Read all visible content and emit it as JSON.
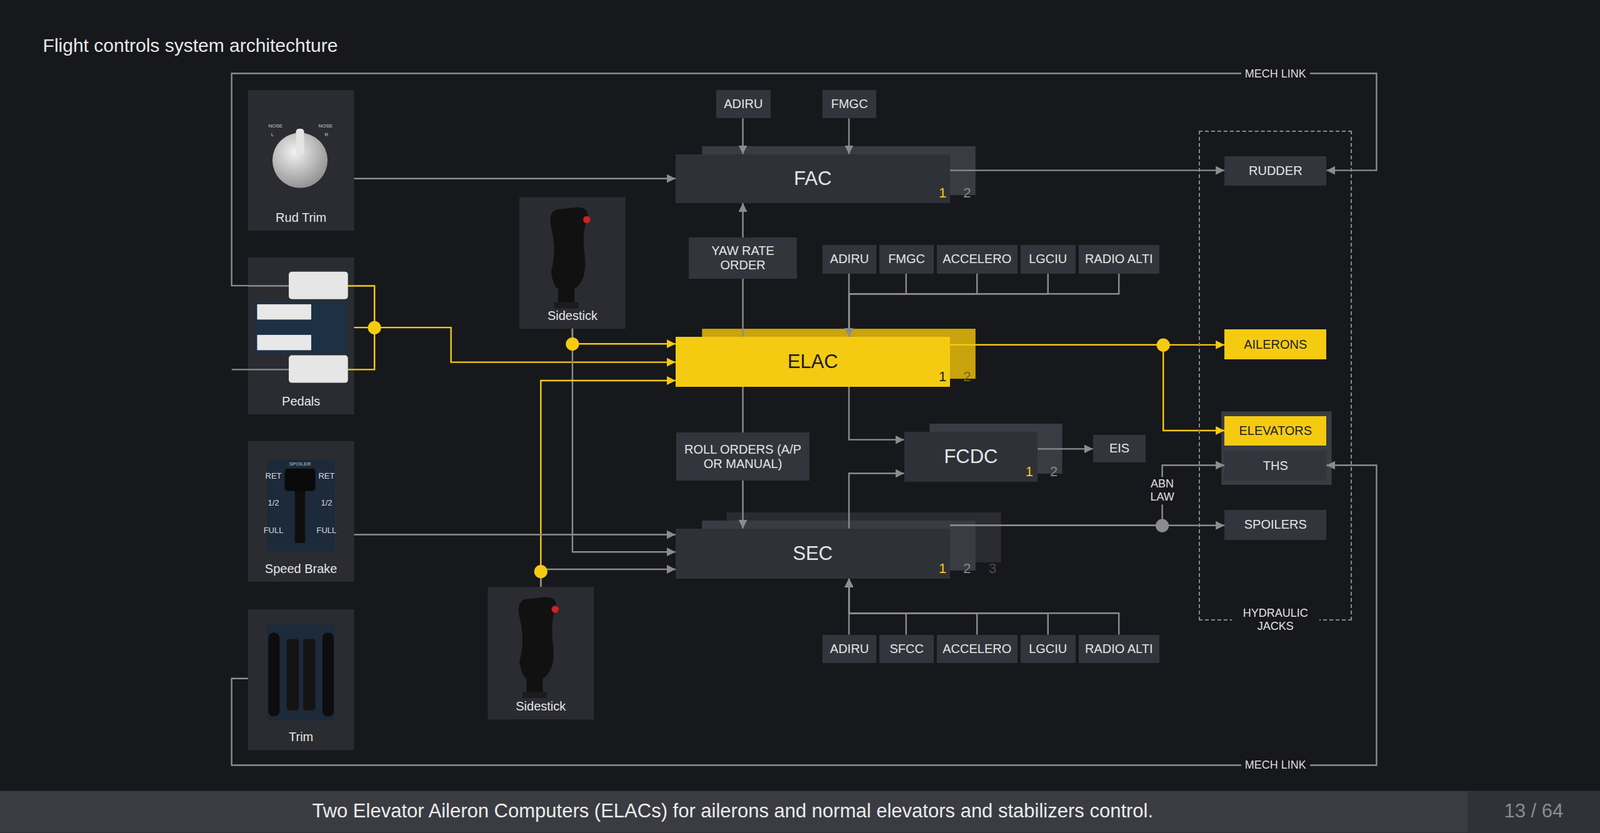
{
  "diagram": {
    "title": "Flight controls system architechture",
    "caption": "Two Elevator Aileron Computers (ELACs) for ailerons and normal elevators and stabilizers control.",
    "nodes": [
      {
        "text": [
          "ADIRU"
        ]
      },
      {
        "text": [
          "FMGC"
        ]
      },
      {
        "text": [
          "Rud Trim"
        ]
      },
      {
        "text": [
          "FAC",
          "1",
          "2"
        ]
      },
      {
        "text": [
          "HYDRAULIC JACKS"
        ]
      },
      {
        "text": [
          "RUDDER"
        ],
        "in": 4
      },
      {
        "text": [
          "Sidestick"
        ]
      },
      {
        "text": [
          "YAW RATE ORDER"
        ]
      },
      {
        "text": [
          "ADIRU"
        ]
      },
      {
        "text": [
          "FMGC"
        ]
      },
      {
        "text": [
          "ACCELERO"
        ]
      },
      {
        "text": [
          "LGCIU"
        ]
      },
      {
        "text": [
          "RADIO ALTI"
        ]
      },
      {
        "text": [
          "Pedals"
        ]
      },
      {
        "text": [
          "ELAC",
          "1",
          "2"
        ]
      },
      {
        "text": [
          "AILERONS"
        ],
        "in": 4
      },
      {
        "text": [
          "ROLL ORDERS (A/P OR MANUAL)"
        ]
      },
      {
        "text": [
          "FCDC",
          "1",
          "2"
        ]
      },
      {
        "text": [
          "EIS"
        ]
      },
      {
        "text": [
          "ELEVATORS"
        ],
        "in": 4
      },
      {
        "text": [
          "THS"
        ],
        "in": 4
      },
      {
        "text": [
          "Speed Brake"
        ]
      },
      {
        "text": [
          "SEC",
          "1",
          "2",
          "3"
        ]
      },
      {
        "text": [
          "SPOILERS"
        ],
        "in": 4
      },
      {
        "text": [
          "Sidestick"
        ]
      },
      {
        "text": [
          "ADIRU"
        ]
      },
      {
        "text": [
          "SFCC"
        ]
      },
      {
        "text": [
          "ACCELERO"
        ]
      },
      {
        "text": [
          "LGCIU"
        ]
      },
      {
        "text": [
          "RADIO ALTI"
        ]
      },
      {
        "text": [
          "Trim"
        ]
      }
    ],
    "edges": [
      {
        "from": 2,
        "to": 3,
        "arrow": "to"
      },
      {
        "from": 13,
        "to": 14,
        "arrow": "to"
      },
      {
        "from": 13,
        "to": 5,
        "arrow": "to"
      },
      {
        "from": 30,
        "to": 20,
        "arrow": "to"
      },
      {
        "from": 6,
        "to": 14,
        "arrow": "to"
      },
      {
        "from": 6,
        "to": 22,
        "arrow": "to"
      },
      {
        "from": 24,
        "to": 14,
        "arrow": "to"
      },
      {
        "from": 24,
        "to": 22,
        "arrow": "to"
      },
      {
        "from": 21,
        "to": 22,
        "arrow": "to"
      },
      {
        "from": 0,
        "to": 3,
        "arrow": "to"
      },
      {
        "from": 1,
        "to": 3,
        "arrow": "to"
      },
      {
        "from": 14,
        "to": 7,
        "arrow": "none"
      },
      {
        "from": 7,
        "to": 3,
        "arrow": "to"
      },
      {
        "from": 8,
        "to": 14,
        "arrow": "to"
      },
      {
        "from": 9,
        "to": 14,
        "arrow": "to"
      },
      {
        "from": 10,
        "to": 14,
        "arrow": "to"
      },
      {
        "from": 11,
        "to": 14,
        "arrow": "to"
      },
      {
        "from": 12,
        "to": 14,
        "arrow": "to"
      },
      {
        "from": 14,
        "to": 16,
        "arrow": "none"
      },
      {
        "from": 16,
        "to": 22,
        "arrow": "to"
      },
      {
        "from": 25,
        "to": 22,
        "arrow": "to"
      },
      {
        "from": 26,
        "to": 22,
        "arrow": "to"
      },
      {
        "from": 27,
        "to": 22,
        "arrow": "to"
      },
      {
        "from": 28,
        "to": 22,
        "arrow": "to"
      },
      {
        "from": 29,
        "to": 22,
        "arrow": "to"
      },
      {
        "from": 14,
        "to": 17,
        "arrow": "to"
      },
      {
        "from": 22,
        "to": 17,
        "arrow": "to"
      },
      {
        "from": 17,
        "to": 18,
        "arrow": "to"
      },
      {
        "from": 3,
        "to": 5,
        "arrow": "to"
      },
      {
        "from": 14,
        "to": 15,
        "arrow": "to"
      },
      {
        "from": 14,
        "to": 19,
        "arrow": "to"
      },
      {
        "from": 22,
        "to": 23,
        "arrow": "to"
      },
      {
        "from": 22,
        "to": 20,
        "label": "ABN LAW",
        "arrow": "to"
      }
    ],
    "labels": [
      "MECH LINK",
      "MECH LINK",
      "NOSE",
      "L",
      "NOSE",
      "R",
      "SPOILER",
      "RET",
      "1/2",
      "FULL",
      "RET",
      "1/2",
      "FULL",
      "13 / 64"
    ]
  }
}
